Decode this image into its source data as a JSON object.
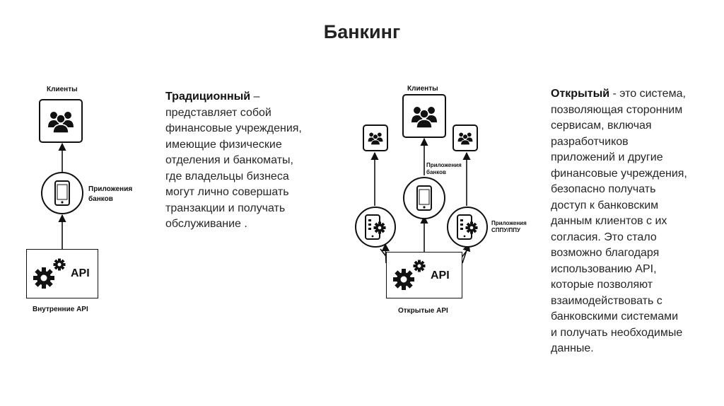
{
  "title": "Банкинг",
  "traditional": {
    "clients_label": "Клиенты",
    "bank_apps_label_1": "Приложения",
    "bank_apps_label_2": "банков",
    "api_label": "API",
    "internal_api_label": "Внутренние API"
  },
  "open": {
    "clients_label": "Клиенты",
    "bank_apps_label_1": "Приложения",
    "bank_apps_label_2": "банков",
    "third_party_label_1": "Приложения",
    "third_party_label_2": "СППУ/ППУ",
    "api_label": "API",
    "open_api_label": "Открытые API"
  },
  "text_traditional": {
    "term": "Традиционный",
    "dash": " –",
    "lines": [
      "представляет собой",
      "финансовые учреждения,",
      "имеющие физические",
      "отделения и банкоматы,",
      "где владельцы бизнеса",
      "могут лично совершать",
      "транзакции и получать",
      "обслуживание ."
    ]
  },
  "text_open": {
    "term": "Открытый",
    "first_line_rest": " - это система,",
    "lines": [
      "позволяющая сторонним",
      "сервисам, включая",
      "разработчиков",
      "приложений и другие",
      "финансовые учреждения,",
      "безопасно получать",
      "доступ к банковским",
      "данным клиентов с их",
      "согласия. Это стало",
      "возможно благодаря",
      "использованию API,",
      "которые позволяют",
      "взаимодействовать с",
      "банковскими системами",
      "и получать необходимые",
      "данные."
    ]
  },
  "icons": {
    "clients": "people-group-icon",
    "bank_app": "smartphone-icon",
    "third_party_app": "phone-gear-icon",
    "api": "gears-icon"
  }
}
